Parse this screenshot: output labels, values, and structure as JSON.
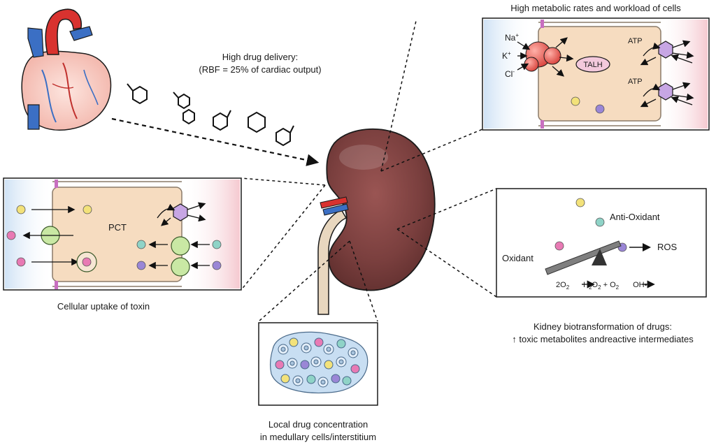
{
  "drug_delivery": {
    "line1": "High drug delivery:",
    "line2": "(RBF = 25% of cardiac output)"
  },
  "metabolic": {
    "title": "High metabolic rates and workload of cells",
    "na": "Na",
    "na_sup": "+",
    "k": "K",
    "k_sup": "+",
    "cl": "Cl",
    "cl_sup": "-",
    "talh": "TALH",
    "atp1": "ATP",
    "atp2": "ATP"
  },
  "pct": {
    "label": "PCT",
    "caption": "Cellular uptake of toxin"
  },
  "biotransformation": {
    "anti_oxidant": "Anti-Oxidant",
    "oxidant": "Oxidant",
    "ros": "ROS",
    "eq_2o2": "2O",
    "eq_2o2_sub": "2",
    "eq_h2o2_h": "H",
    "eq_h2o2_sub1": "2",
    "eq_h2o2_o": "O",
    "eq_h2o2_sub2": "2",
    "eq_plus": " + O",
    "eq_o2_sub": "2",
    "eq_oh": "OH•",
    "caption_line1": "Kidney biotransformation of drugs:",
    "caption_line2": "↑ toxic metabolites andreactive intermediates"
  },
  "medullary": {
    "caption_line1": "Local drug concentration",
    "caption_line2": "in medullary cells/interstitium"
  },
  "colors": {
    "cell_fill": "#f6dcc0",
    "kidney": "#7a3f3e",
    "heart": "#d9322f",
    "vessel_blue": "#3b6fc4",
    "particle_yellow": "#f3e27a",
    "particle_pink": "#e87ab4",
    "particle_teal": "#8fd3c7",
    "particle_purple": "#9a86d6",
    "transporter_green": "#c9e8a4",
    "transporter_violet": "#c7a6e4"
  }
}
